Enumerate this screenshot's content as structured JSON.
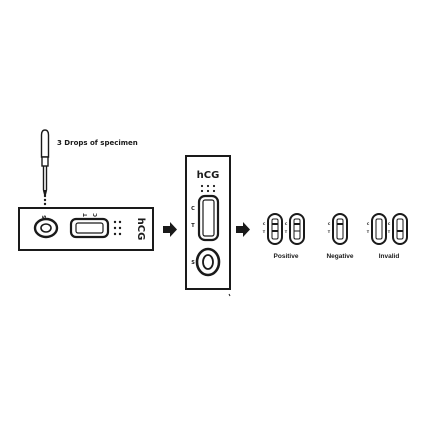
{
  "instruction": {
    "drops_label": "3 Drops of specimen"
  },
  "test_cassette_horizontal": {
    "sample_label": "S",
    "test_label": "T",
    "control_label": "C",
    "brand_label": "hCG"
  },
  "test_cassette_vertical": {
    "brand_label": "hCG",
    "control_label": "C",
    "test_label": "T",
    "sample_label": "S"
  },
  "results": {
    "positive_label": "Positive",
    "negative_label": "Negative",
    "invalid_label": "Invalid",
    "mini_c_label": "C",
    "mini_t_label": "T"
  },
  "colors": {
    "ink": "#1a1a1a",
    "background": "#ffffff"
  }
}
